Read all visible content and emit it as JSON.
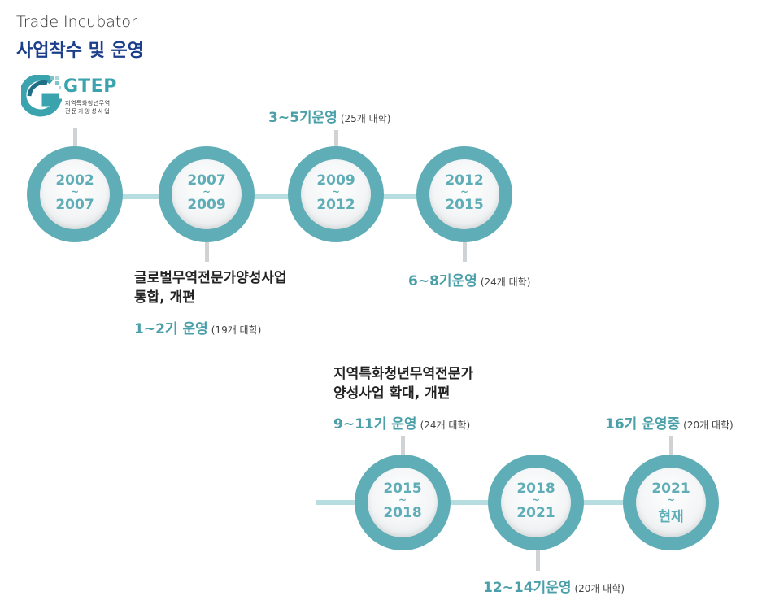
{
  "header": {
    "eyebrow": "Trade Incubator",
    "title": "사업착수 및 운영"
  },
  "logo": {
    "brand": "GTEP",
    "line1": "지역특화청년무역",
    "line2": "전문가양성사업"
  },
  "colors": {
    "teal": "#5fadb6",
    "label_teal": "#4a9fa9",
    "connector": "#b6dde0",
    "stem": "#d0d3d6",
    "title_blue": "#1c3f8c"
  },
  "periods": [
    {
      "start": "2002",
      "end": "2007"
    },
    {
      "start": "2007",
      "end": "2009"
    },
    {
      "start": "2009",
      "end": "2012"
    },
    {
      "start": "2012",
      "end": "2015"
    },
    {
      "start": "2015",
      "end": "2018"
    },
    {
      "start": "2018",
      "end": "2021"
    },
    {
      "start": "2021",
      "end": "현재"
    }
  ],
  "tilde": "~",
  "milestones": {
    "p2007": {
      "desc_line1": "글로벌무역전문가양성사업",
      "desc_line2": "통합, 개편",
      "cohort": "1~2기 운영",
      "count": "(19개 대학)"
    },
    "p2009": {
      "cohort": "3~5기운영",
      "count": "(25개 대학)"
    },
    "p2012": {
      "cohort": "6~8기운영",
      "count": "(24개 대학)"
    },
    "p2015": {
      "desc_line1": "지역특화청년무역전문가",
      "desc_line2": "양성사업 확대, 개편",
      "cohort": "9~11기 운영",
      "count": "(24개 대학)"
    },
    "p2018": {
      "cohort": "12~14기운영",
      "count": "(20개 대학)"
    },
    "p2021": {
      "cohort": "16기 운영중",
      "count": "(20개 대학)"
    }
  }
}
